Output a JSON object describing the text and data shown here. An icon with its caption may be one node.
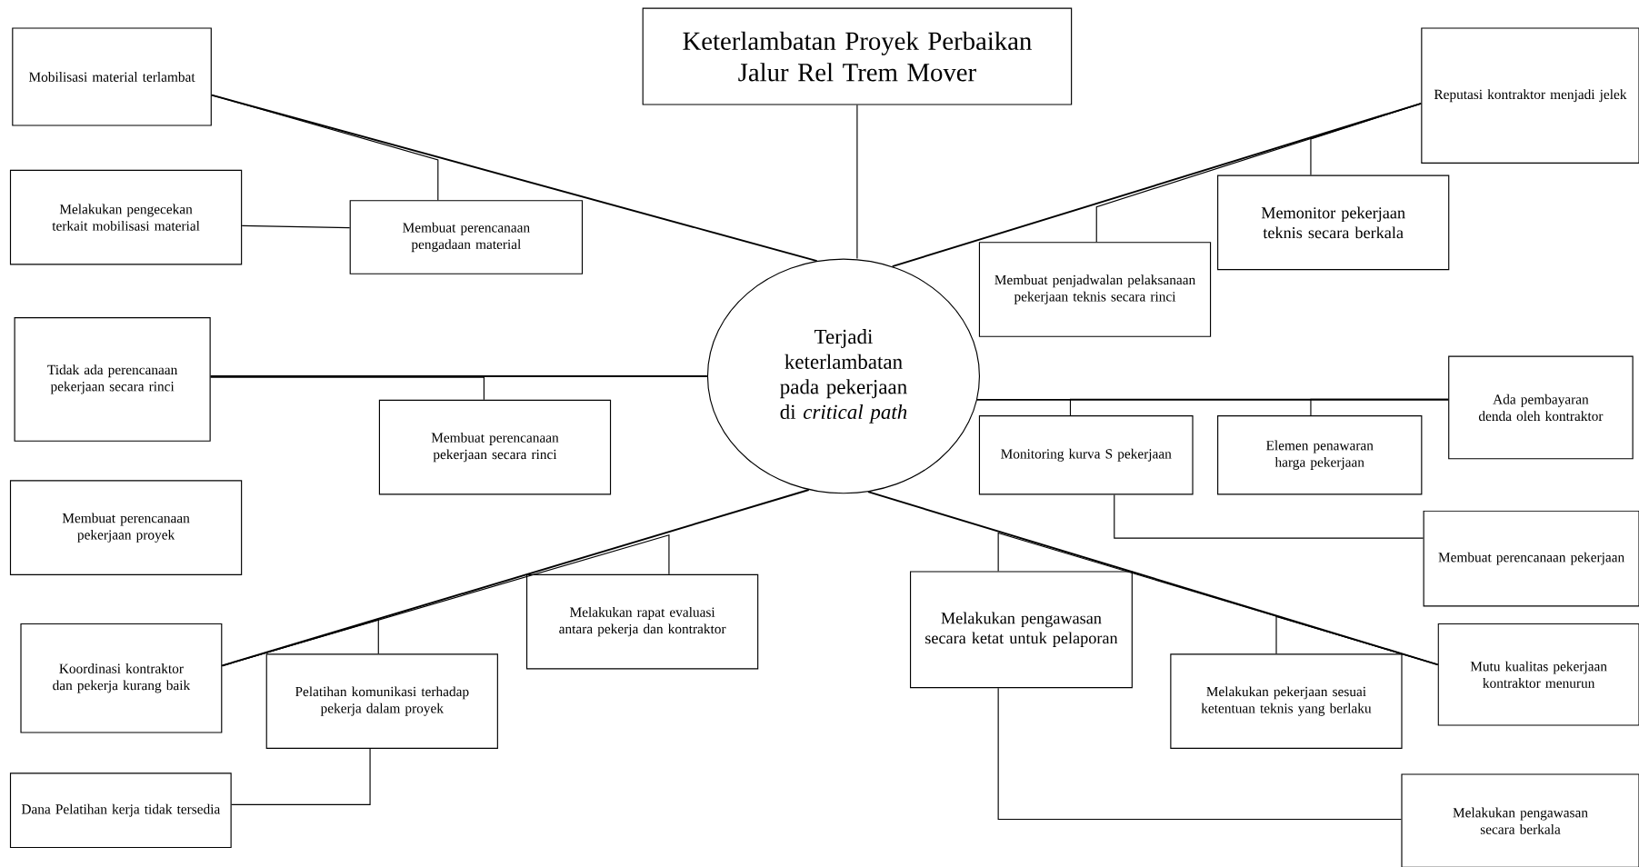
{
  "diagram": {
    "nodes": [
      {
        "text": [
          "Keterlambatan Proyek Perbaikan Jalur Rel Trem Mover"
        ]
      },
      {
        "text": [
          "Terjadi keterlambatan pada pekerjaan di *critical path*"
        ]
      },
      {
        "text": [
          "Mobilisasi material terlambat"
        ]
      },
      {
        "text": [
          "Melakukan pengecekan terkait mobilisasi material"
        ]
      },
      {
        "text": [
          "Membuat perencanaan pengadaan material"
        ]
      },
      {
        "text": [
          "Tidak ada perencanaan pekerjaan secara rinci"
        ]
      },
      {
        "text": [
          "Membuat perencanaan pekerjaan secara rinci"
        ]
      },
      {
        "text": [
          "Membuat perencanaan pekerjaan proyek"
        ]
      },
      {
        "text": [
          "Koordinasi kontraktor dan pekerja kurang baik"
        ]
      },
      {
        "text": [
          "Pelatihan komunikasi terhadap pekerja dalam proyek"
        ]
      },
      {
        "text": [
          "Melakukan rapat evaluasi antara pekerja dan kontraktor"
        ]
      },
      {
        "text": [
          "Dana Pelatihan kerja tidak tersedia"
        ]
      },
      {
        "text": [
          "Reputasi kontraktor menjadi jelek"
        ]
      },
      {
        "text": [
          "Memonitor pekerjaan teknis secara berkala"
        ]
      },
      {
        "text": [
          "Membuat penjadwalan pelaksanaan pekerjaan teknis secara rinci"
        ]
      },
      {
        "text": [
          "Ada pembayaran denda oleh kontraktor"
        ]
      },
      {
        "text": [
          "Monitoring kurva S pekerjaan"
        ]
      },
      {
        "text": [
          "Elemen penawaran harga pekerjaan"
        ]
      },
      {
        "text": [
          "Membuat perencanaan pekerjaan"
        ]
      },
      {
        "text": [
          "Melakukan pengawasan secara ketat untuk pelaporan"
        ]
      },
      {
        "text": [
          "Melakukan pekerjaan sesuai ketentuan teknis yang berlaku"
        ]
      },
      {
        "text": [
          "Mutu kualitas pekerjaan kontraktor menurun"
        ]
      },
      {
        "text": [
          "Melakukan pengawasan secara berkala"
        ]
      }
    ],
    "edges": [
      {
        "from": 1,
        "to": 0,
        "arrow": "none"
      },
      {
        "from": 2,
        "to": 1,
        "arrow": "none"
      },
      {
        "from": 5,
        "to": 1,
        "arrow": "none"
      },
      {
        "from": 8,
        "to": 1,
        "arrow": "none"
      },
      {
        "from": 12,
        "to": 1,
        "arrow": "none"
      },
      {
        "from": 15,
        "to": 1,
        "arrow": "none"
      },
      {
        "from": 21,
        "to": 1,
        "arrow": "none"
      },
      {
        "from": 3,
        "to": 4,
        "arrow": "none"
      },
      {
        "from": 4,
        "to": 2,
        "arrow": "none"
      },
      {
        "from": 6,
        "to": 5,
        "arrow": "none"
      },
      {
        "from": 9,
        "to": 8,
        "arrow": "none"
      },
      {
        "from": 10,
        "to": 8,
        "arrow": "none"
      },
      {
        "from": 11,
        "to": 9,
        "arrow": "none"
      },
      {
        "from": 13,
        "to": 12,
        "arrow": "none"
      },
      {
        "from": 14,
        "to": 12,
        "arrow": "none"
      },
      {
        "from": 16,
        "to": 15,
        "arrow": "none"
      },
      {
        "from": 17,
        "to": 15,
        "arrow": "none"
      },
      {
        "from": 18,
        "to": 16,
        "arrow": "none"
      },
      {
        "from": 19,
        "to": 21,
        "arrow": "none"
      },
      {
        "from": 20,
        "to": 21,
        "arrow": "none"
      },
      {
        "from": 22,
        "to": 19,
        "arrow": "none"
      }
    ]
  }
}
